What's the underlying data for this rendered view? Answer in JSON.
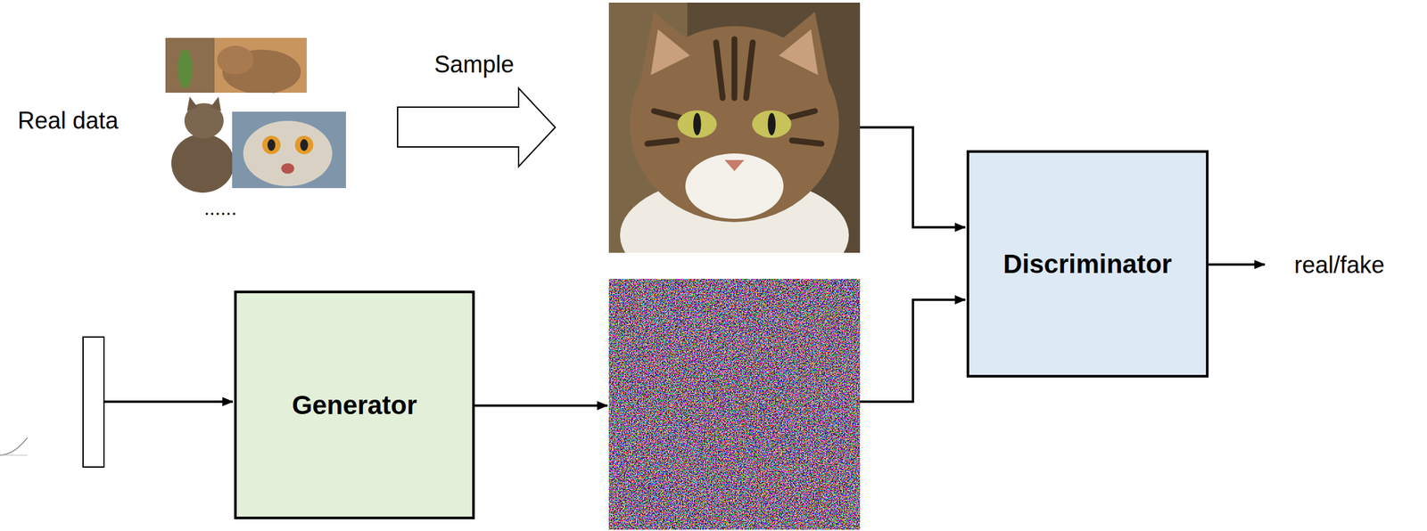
{
  "diagram": {
    "nodes": [
      {
        "text": [
          "Generator"
        ]
      },
      {
        "text": [
          "Discriminator"
        ]
      }
    ],
    "labels": [
      "Real data",
      "......",
      "Sample",
      "real/fake"
    ]
  }
}
